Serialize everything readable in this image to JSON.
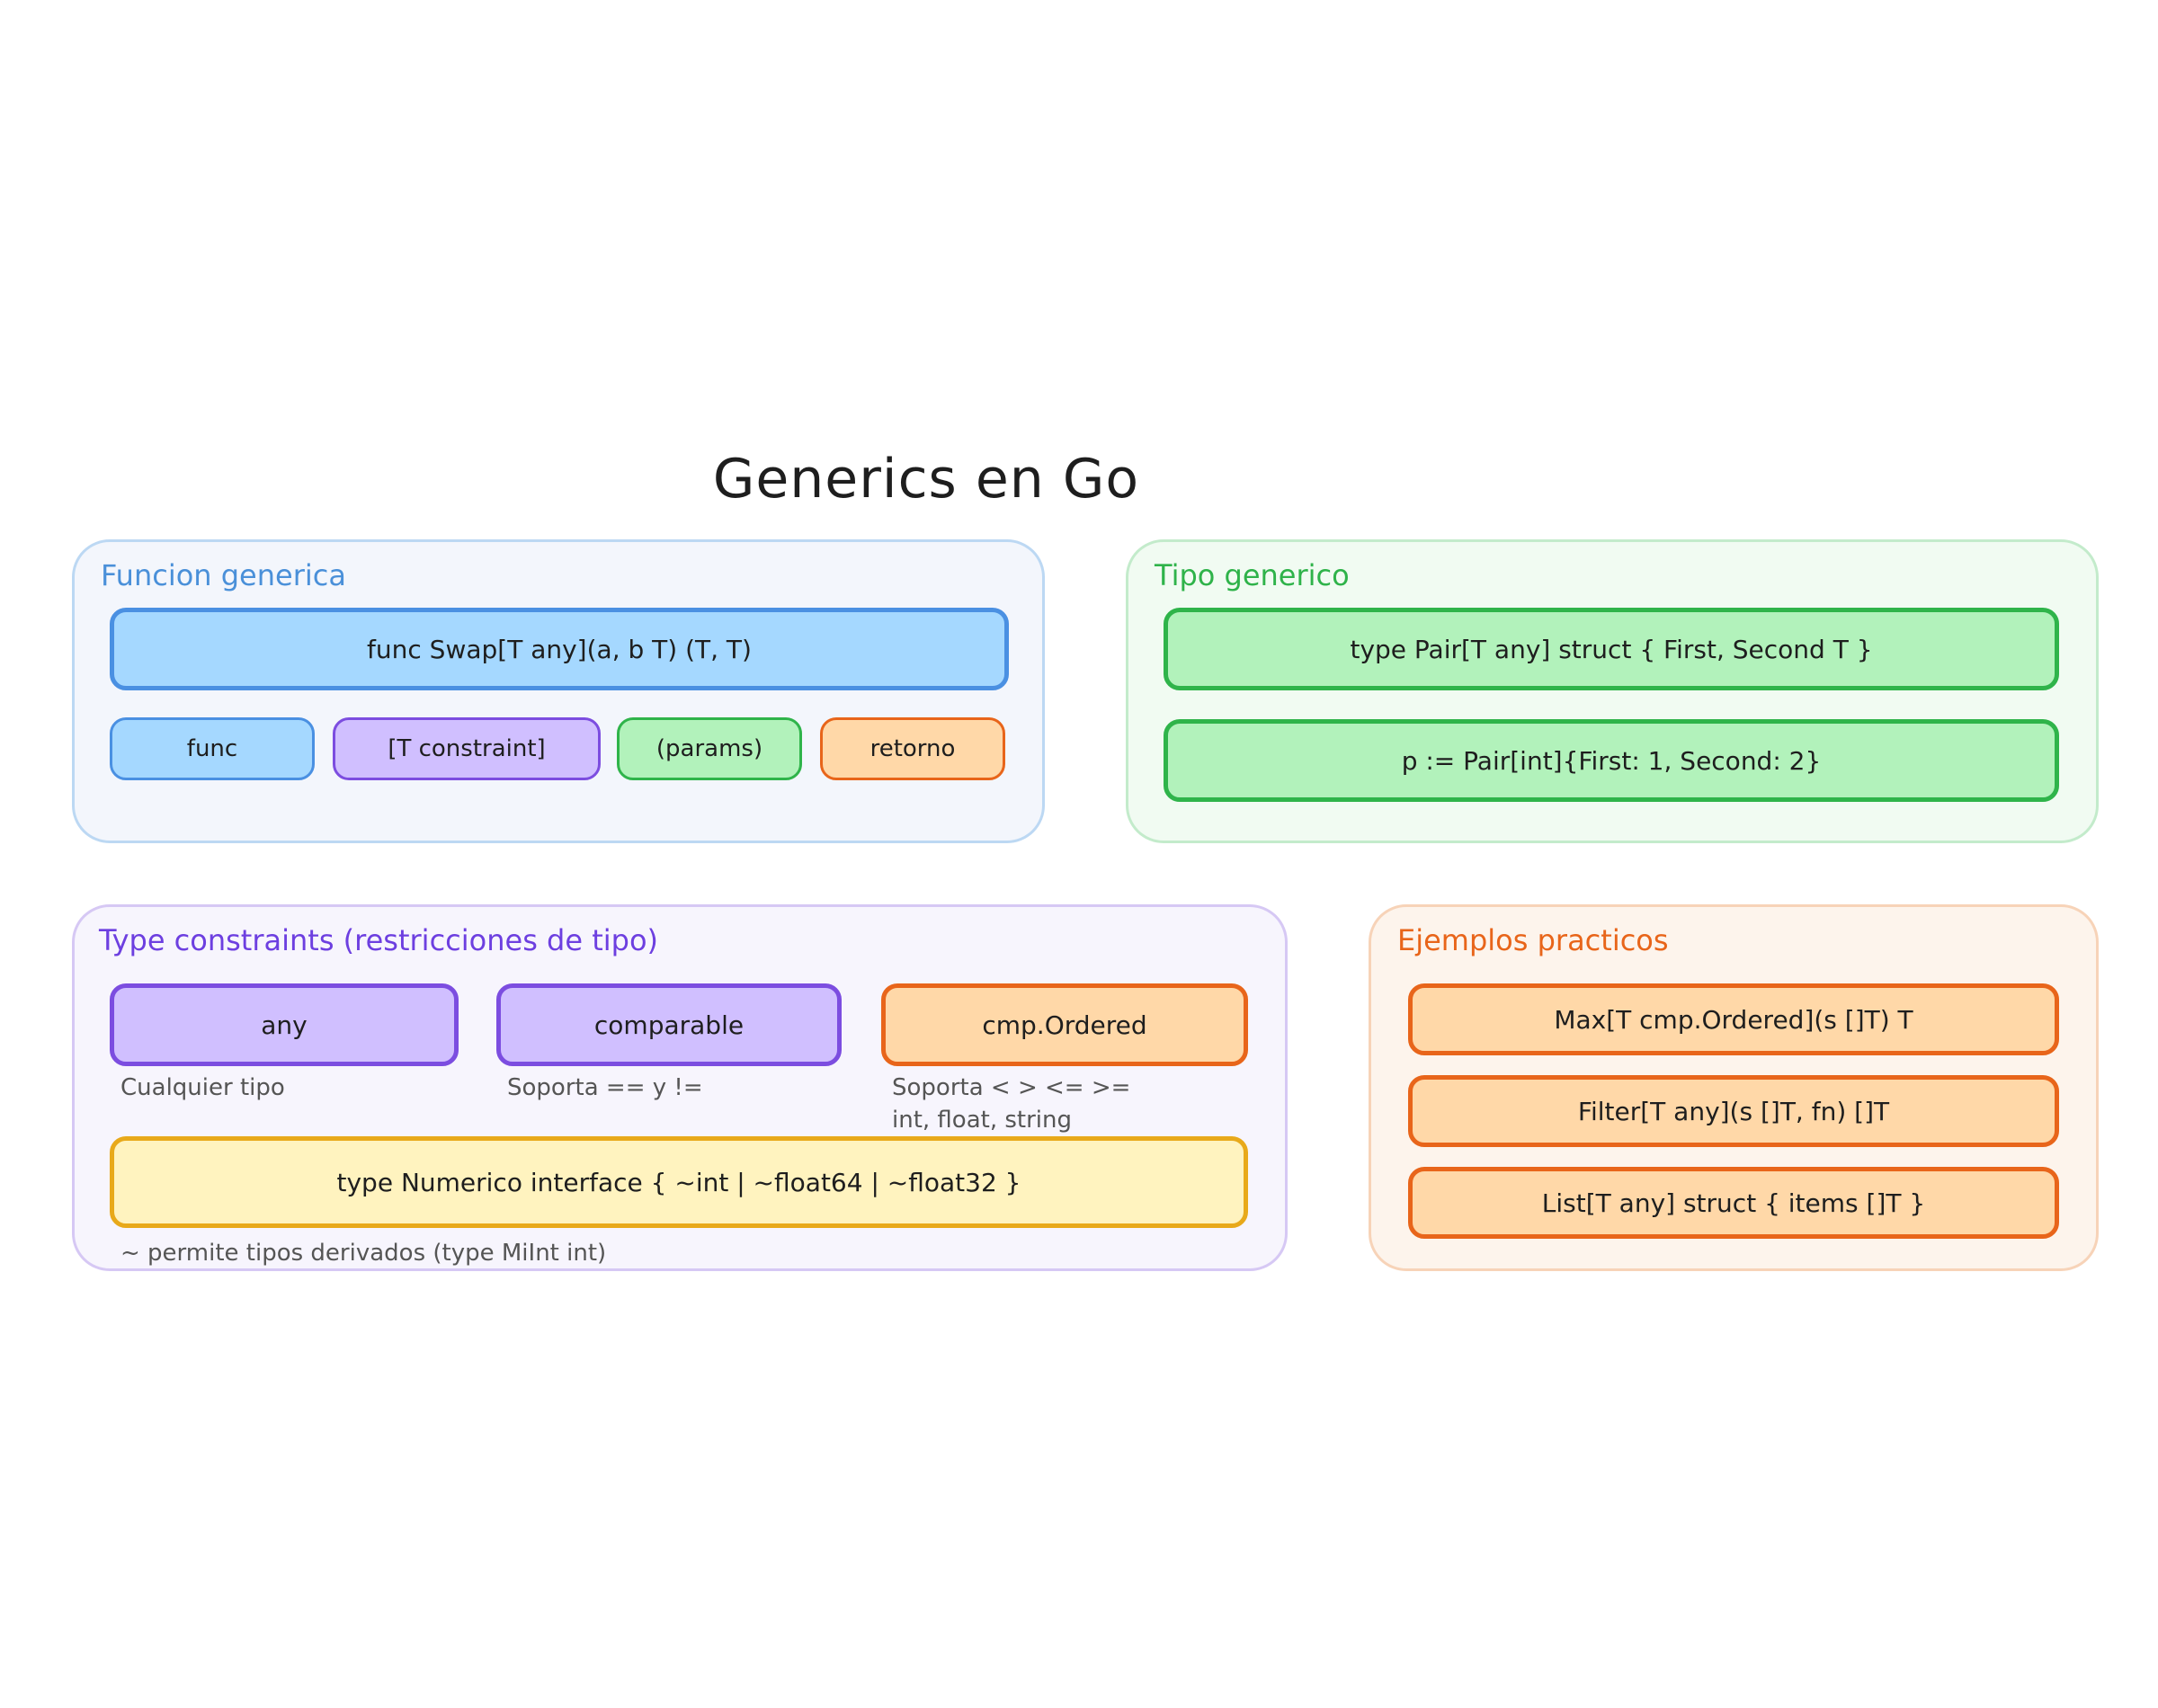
{
  "title": "Generics en Go",
  "colors": {
    "blue": "#4a90e2",
    "green": "#2fb44a",
    "purple": "#7c4de0",
    "orange": "#e8651a",
    "yellow": "#e8a91a"
  },
  "funcion_generica": {
    "label": "Funcion generica",
    "signature": "func Swap[T any](a, b T) (T, T)",
    "parts": [
      "func",
      "[T constraint]",
      "(params)",
      "retorno"
    ]
  },
  "tipo_generico": {
    "label": "Tipo generico",
    "definition": "type Pair[T any] struct { First, Second T }",
    "instance": "p := Pair[int]{First: 1, Second: 2}"
  },
  "type_constraints": {
    "label": "Type constraints (restricciones de tipo)",
    "items": [
      {
        "name": "any",
        "note": "Cualquier tipo"
      },
      {
        "name": "comparable",
        "note": "Soporta == y !="
      },
      {
        "name": "cmp.Ordered",
        "note": "Soporta < > <= >=",
        "note2": "int, float, string"
      }
    ],
    "interface": "type Numerico interface { ~int | ~float64 | ~float32 }",
    "interface_note": "~ permite tipos derivados (type MiInt int)"
  },
  "ejemplos_practicos": {
    "label": "Ejemplos practicos",
    "items": [
      "Max[T cmp.Ordered](s []T) T",
      "Filter[T any](s []T, fn) []T",
      "List[T any] struct { items []T }"
    ]
  }
}
